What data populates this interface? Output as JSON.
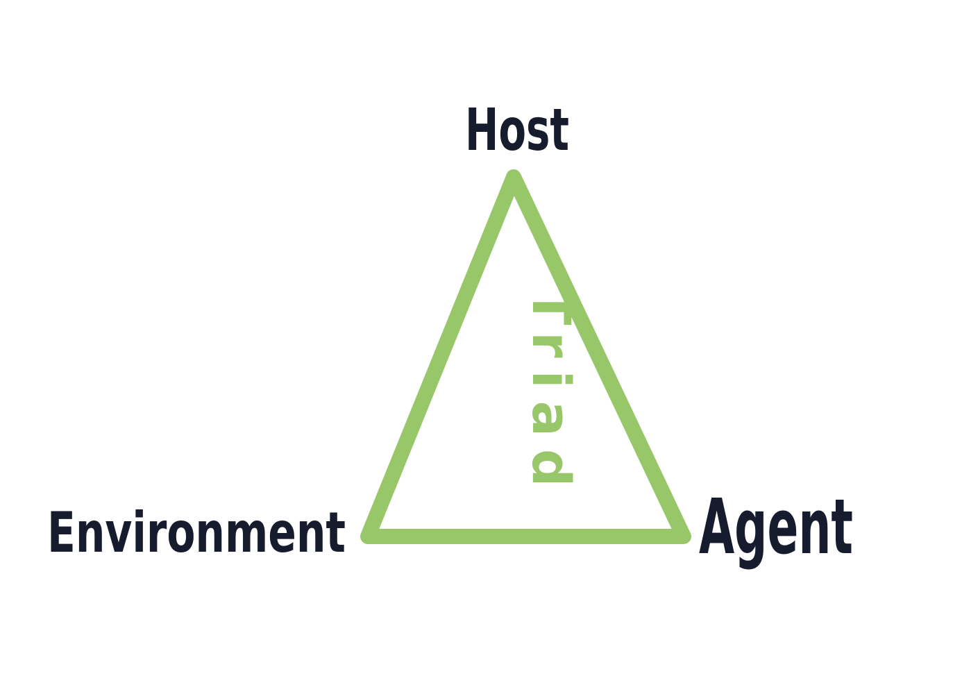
{
  "diagram": {
    "colors": {
      "background": "#ffffff",
      "label": "#161b2e",
      "triangle": "#98c76a",
      "center_text": "#98c76a"
    },
    "vertices": {
      "top": {
        "label": "Host"
      },
      "left": {
        "label": "Environment"
      },
      "right": {
        "label": "Agent"
      }
    },
    "center_label": {
      "text": "Triad",
      "letters": [
        "T",
        "r",
        "i",
        "a",
        "d"
      ]
    }
  }
}
